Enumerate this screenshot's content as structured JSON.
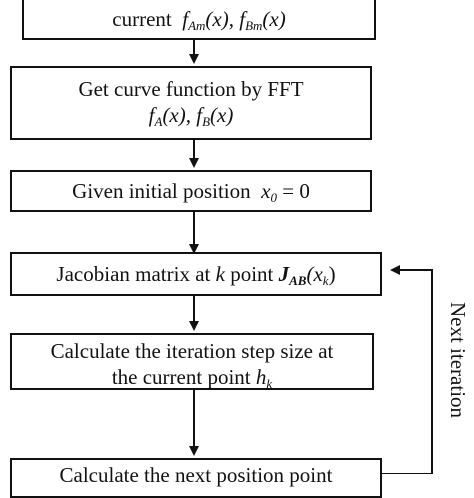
{
  "steps": [
    {
      "text_before": "current",
      "math": "f",
      "sub1": "Am",
      "math_mid": "(x), f",
      "sub2": "Bm",
      "math_end": "(x)"
    },
    {
      "line1": "Get curve function by FFT",
      "math_a": "f",
      "sub_a": "A",
      "math_mid": "(x), f",
      "sub_b": "B",
      "math_end": "(x)"
    },
    {
      "text": "Given initial position",
      "math": "x",
      "sub": "0",
      "math_end": "= 0"
    },
    {
      "text": "Jacobian matrix at",
      "math_k": "k",
      "text2": "point",
      "math_j": "J",
      "sub": "AB",
      "math_end": "(x",
      "sub2": "k",
      "math_close": ")"
    },
    {
      "line1": "Calculate the iteration step size at",
      "line2_text": "the current point",
      "math": "h",
      "sub": "k"
    },
    {
      "line1": "Calculate the next position point"
    }
  ],
  "loop_label": "Next iteration"
}
